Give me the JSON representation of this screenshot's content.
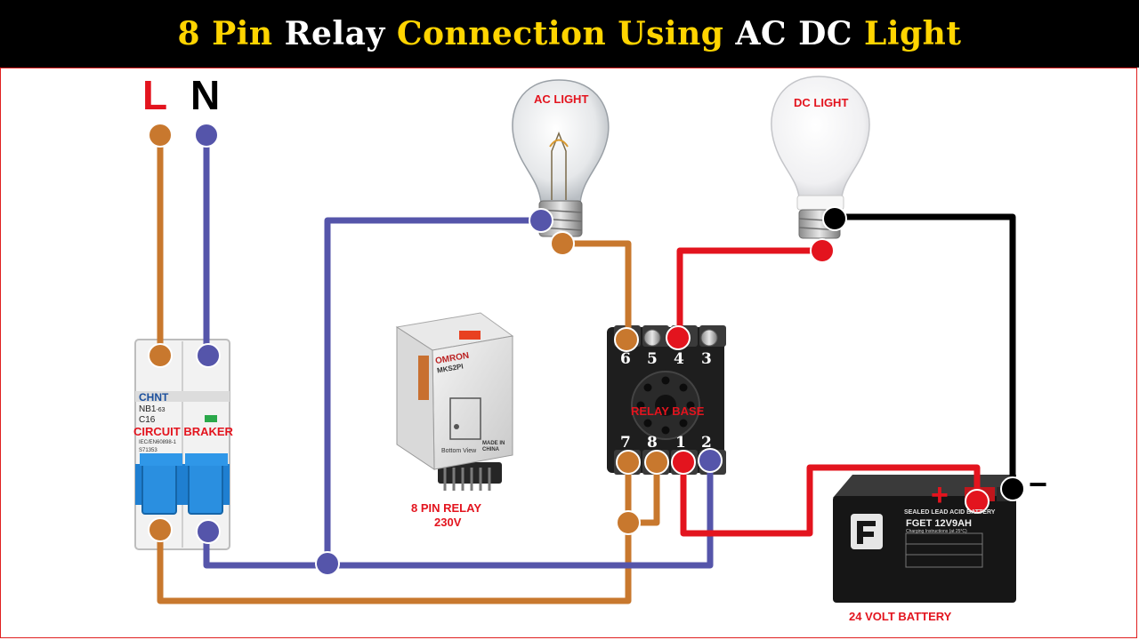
{
  "title": {
    "part1": "8 Pin",
    "part2": "Relay",
    "part3": "Connection Using",
    "part4": "AC DC",
    "part5": "Light"
  },
  "supply": {
    "live": "L",
    "neutral": "N"
  },
  "breaker": {
    "label": "CIRCUIT BRAKER",
    "brand": "CHNT",
    "model": "NB1",
    "model_suffix": "-63",
    "rating": "C16",
    "standard": "IEC/EN60898-1",
    "code": "S71353"
  },
  "relay": {
    "label_line1": "8 PIN RELAY",
    "label_line2": "230V",
    "brand": "OMRON",
    "model": "MKS2PI",
    "view": "Bottom View",
    "made_in": "MADE IN CHINA"
  },
  "relay_base": {
    "label": "RELAY BASE",
    "top_pins": [
      "6",
      "5",
      "4",
      "3"
    ],
    "bottom_pins": [
      "7",
      "8",
      "1",
      "2"
    ]
  },
  "ac_light": {
    "label": "AC LIGHT"
  },
  "dc_light": {
    "label": "DC LIGHT"
  },
  "battery": {
    "label": "24 VOLT BATTERY",
    "header": "SEALED LEAD ACID BATTERY",
    "model": "FGET 12V9AH",
    "note": "Charging Instructions (at 25°C)",
    "positive": "+",
    "negative": "−"
  },
  "colors": {
    "live": "#c8782e",
    "neutral": "#5555aa",
    "dc_positive": "#e3141e",
    "dc_negative": "#000000",
    "title_accent": "#ffd400",
    "label_red": "#e3141e"
  }
}
